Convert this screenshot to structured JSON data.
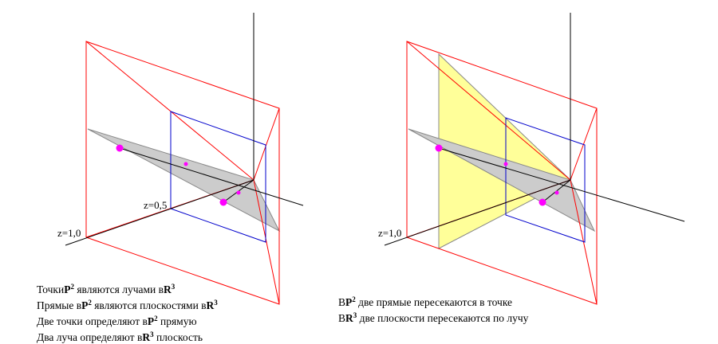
{
  "left_panel": {
    "z_labels": {
      "z10": "z=1,0",
      "z05": "z=0,5"
    },
    "caption": [
      {
        "pre": "Точки",
        "bold": "P",
        "sup": "2",
        "mid": " являются лучами в",
        "bold2": "R",
        "sup2": "3",
        "post": ""
      },
      {
        "pre": "Прямые в",
        "bold": "P",
        "sup": "2",
        "mid": " являются плоскостями в",
        "bold2": "R",
        "sup2": "3",
        "post": ""
      },
      {
        "pre": "Две точки определяют в",
        "bold": "P",
        "sup": "2",
        "mid": " прямую",
        "bold2": "",
        "sup2": "",
        "post": ""
      },
      {
        "pre": "Два луча определяют в",
        "bold": "R",
        "sup": "3",
        "mid": " плоскость",
        "bold2": "",
        "sup2": "",
        "post": ""
      }
    ]
  },
  "right_panel": {
    "z_labels": {
      "z10": "z=1,0"
    },
    "caption": [
      {
        "pre": "В",
        "bold": "P",
        "sup": "2",
        "mid": " две прямые пересекаются в точке",
        "bold2": "",
        "sup2": "",
        "post": ""
      },
      {
        "pre": "В",
        "bold": "R",
        "sup": "3",
        "mid": " две плоскости пересекаются по лучу",
        "bold2": "",
        "sup2": "",
        "post": ""
      }
    ]
  },
  "colors": {
    "outer_frame": "#ff0000",
    "inner_frame": "#0000cc",
    "axis": "#000000",
    "plane_gray": "#cccccc",
    "plane_yellow": "#ffff99",
    "point": "#ff00ff"
  }
}
